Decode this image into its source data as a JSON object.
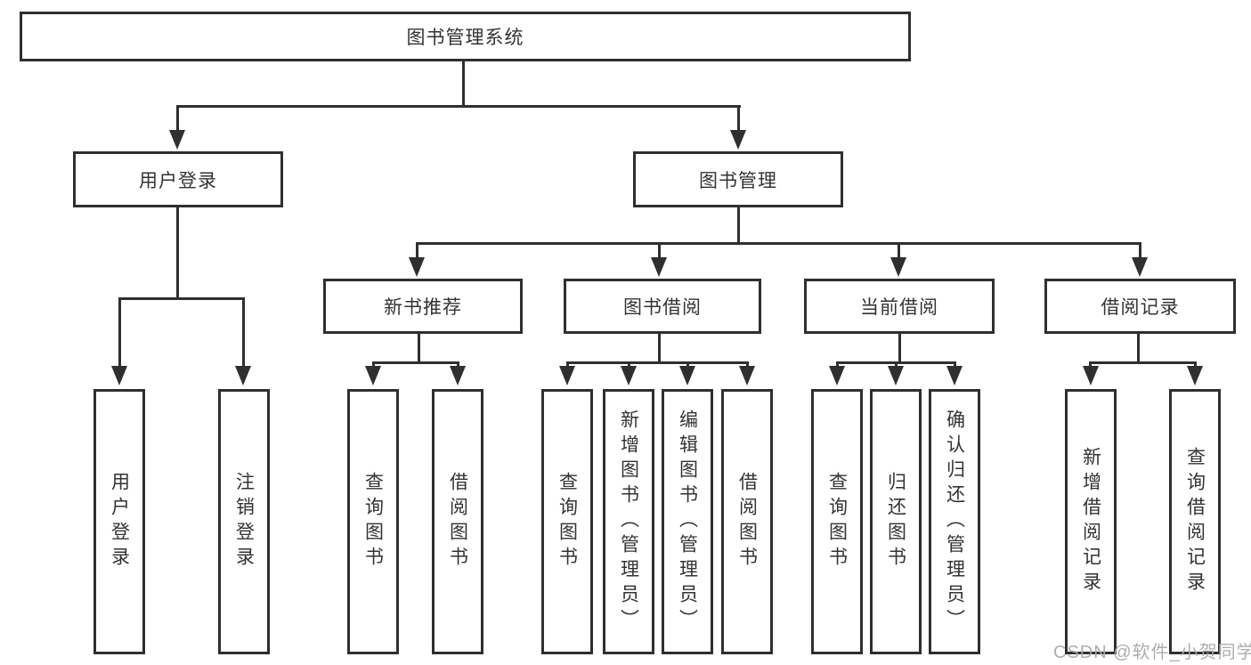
{
  "colors": {
    "line": "#2f2f2f",
    "text": "#333333",
    "background": "#ffffff",
    "watermark": "#aaaaaa"
  },
  "watermark": {
    "text": "CSDN @软件_小贺同学"
  },
  "diagram": {
    "root": {
      "label": "图书管理系统"
    },
    "level2": [
      {
        "label": "用户登录"
      },
      {
        "label": "图书管理"
      }
    ],
    "level3": [
      {
        "label": "新书推荐"
      },
      {
        "label": "图书借阅"
      },
      {
        "label": "当前借阅"
      },
      {
        "label": "借阅记录"
      }
    ],
    "leaves": {
      "user_login": [
        {
          "label": "用户登录"
        },
        {
          "label": "注销登录"
        }
      ],
      "new_book_recommend": [
        {
          "label": "查询图书"
        },
        {
          "label": "借阅图书"
        }
      ],
      "book_borrow": [
        {
          "label": "查询图书"
        },
        {
          "label": "新增图书（管理员）"
        },
        {
          "label": "编辑图书（管理员）"
        },
        {
          "label": "借阅图书"
        }
      ],
      "current_borrow": [
        {
          "label": "查询图书"
        },
        {
          "label": "归还图书"
        },
        {
          "label": "确认归还（管理员）"
        }
      ],
      "borrow_record": [
        {
          "label": "新增借阅记录"
        },
        {
          "label": "查询借阅记录"
        }
      ]
    }
  }
}
